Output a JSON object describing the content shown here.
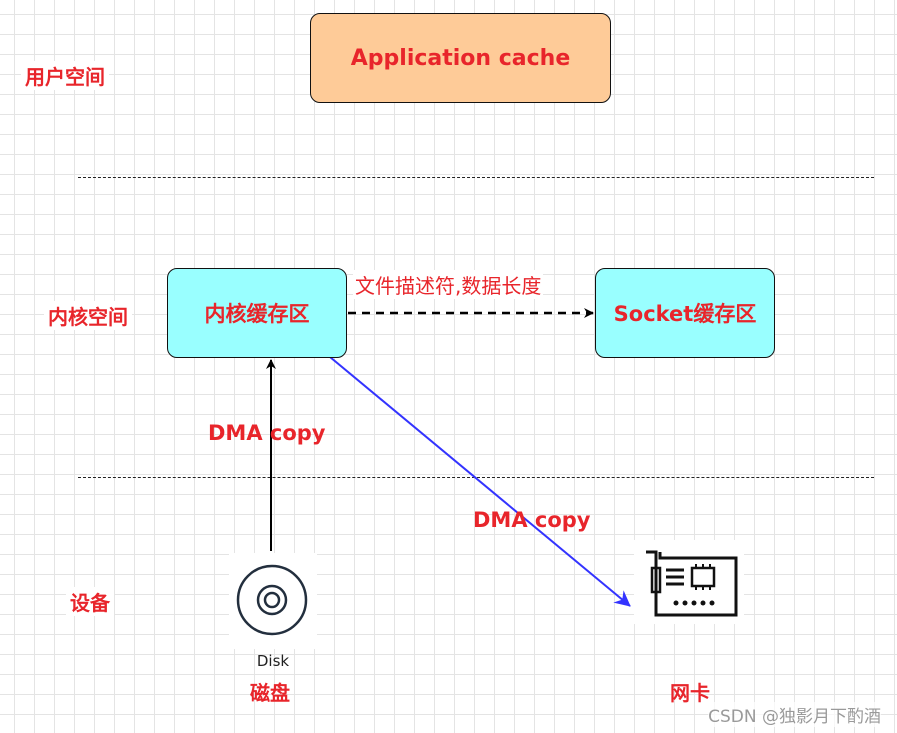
{
  "layers": {
    "user_space": "用户空间",
    "kernel_space": "内核空间",
    "devices": "设备"
  },
  "nodes": {
    "application_cache": "Application cache",
    "kernel_buffer": "内核缓存区",
    "socket_buffer": "Socket缓存区"
  },
  "edges": {
    "fd_length": "文件描述符,数据长度",
    "dma_copy_disk": "DMA copy",
    "dma_copy_nic": "DMA copy"
  },
  "devices": {
    "disk_caption": "Disk",
    "disk_name": "磁盘",
    "nic_name": "网卡"
  },
  "colors": {
    "label_red": "#e8252b",
    "app_box_fill": "#fecb98",
    "kernel_box_fill": "#99ffff",
    "nic_arrow": "#3333ff"
  },
  "icons": [
    "disk-icon",
    "network-card-icon"
  ],
  "watermark": "CSDN @独影月下酌酒"
}
